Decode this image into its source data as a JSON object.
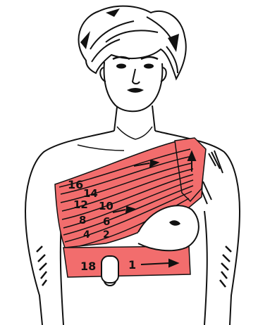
{
  "figure": {
    "bandage_color": "#f26d6d",
    "line_color": "#111111",
    "turn_numbers": [
      "16",
      "14",
      "12",
      "10",
      "8",
      "6",
      "4",
      "2",
      "18",
      "1"
    ]
  }
}
